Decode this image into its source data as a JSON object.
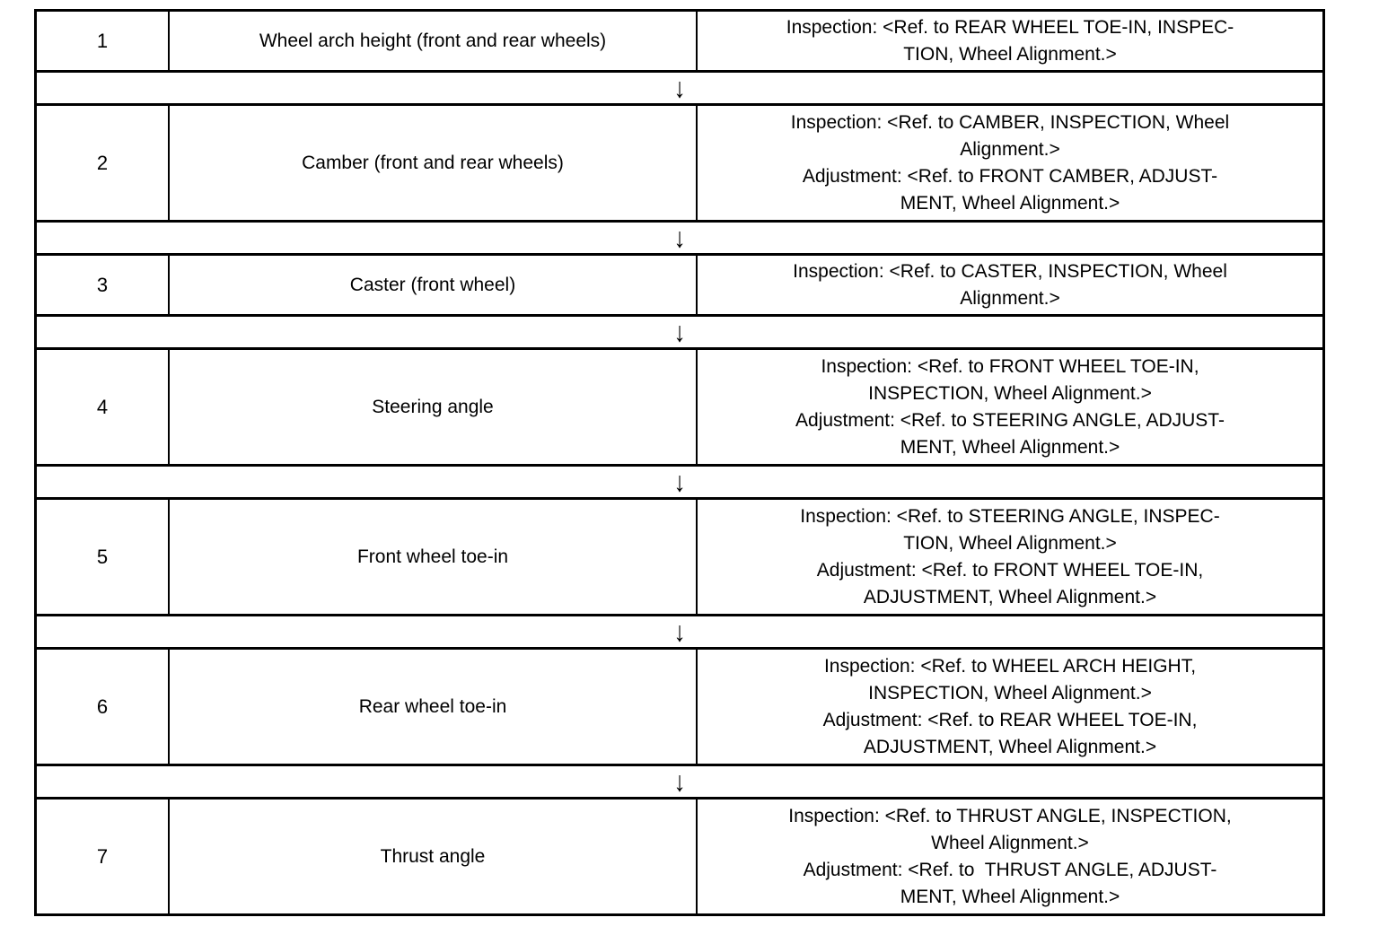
{
  "table": {
    "arrow_glyph": "↓",
    "rows": [
      {
        "num": "1",
        "item": "Wheel arch height (front and rear wheels)",
        "ref": "Inspection: <Ref. to REAR WHEEL TOE-IN, INSPEC-\nTION, Wheel Alignment.>"
      },
      {
        "num": "2",
        "item": "Camber (front and rear wheels)",
        "ref": "Inspection: <Ref. to CAMBER, INSPECTION, Wheel\nAlignment.>\nAdjustment: <Ref. to FRONT CAMBER, ADJUST-\nMENT, Wheel Alignment.>"
      },
      {
        "num": "3",
        "item": "Caster (front wheel)",
        "ref": "Inspection: <Ref. to CASTER, INSPECTION, Wheel\nAlignment.>"
      },
      {
        "num": "4",
        "item": "Steering angle",
        "ref": "Inspection: <Ref. to FRONT WHEEL TOE-IN,\nINSPECTION, Wheel Alignment.>\nAdjustment: <Ref. to STEERING ANGLE, ADJUST-\nMENT, Wheel Alignment.>"
      },
      {
        "num": "5",
        "item": "Front wheel toe-in",
        "ref": "Inspection: <Ref. to STEERING ANGLE, INSPEC-\nTION, Wheel Alignment.>\nAdjustment: <Ref. to FRONT WHEEL TOE-IN,\nADJUSTMENT, Wheel Alignment.>"
      },
      {
        "num": "6",
        "item": "Rear wheel toe-in",
        "ref": "Inspection: <Ref. to WHEEL ARCH HEIGHT,\nINSPECTION, Wheel Alignment.>\nAdjustment: <Ref. to REAR WHEEL TOE-IN,\nADJUSTMENT, Wheel Alignment.>"
      },
      {
        "num": "7",
        "item": "Thrust angle",
        "ref": "Inspection: <Ref. to THRUST ANGLE, INSPECTION,\nWheel Alignment.>\nAdjustment: <Ref. to  THRUST ANGLE, ADJUST-\nMENT, Wheel Alignment.>"
      }
    ]
  }
}
